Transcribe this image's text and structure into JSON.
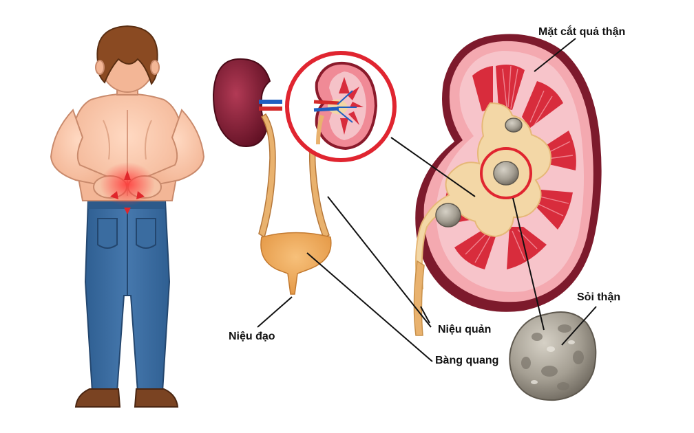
{
  "labels": {
    "kidney_cross_section": "Mặt cắt quả thận",
    "kidney_stone": "Sỏi thận",
    "ureter": "Niệu quản",
    "bladder": "Bàng quang",
    "urethra": "Niệu đạo"
  },
  "icons": [
    "man-back-pain-figure",
    "pain-arrows-icon",
    "kidney-icon",
    "urinary-system-icon",
    "magnify-circle-icon",
    "kidney-cross-section-icon",
    "kidney-stone-icon"
  ],
  "colors": {
    "pain_red": "#e0262b",
    "highlight_circle": "#e02530",
    "kidney_outer": "#8a1a2b",
    "kidney_pink": "#f4a9b0",
    "pyramid_red": "#d82c3c",
    "pelvis_cream": "#f3d7a6",
    "jeans_blue": "#3c6fa5",
    "stone_gray": "#a39d92"
  }
}
